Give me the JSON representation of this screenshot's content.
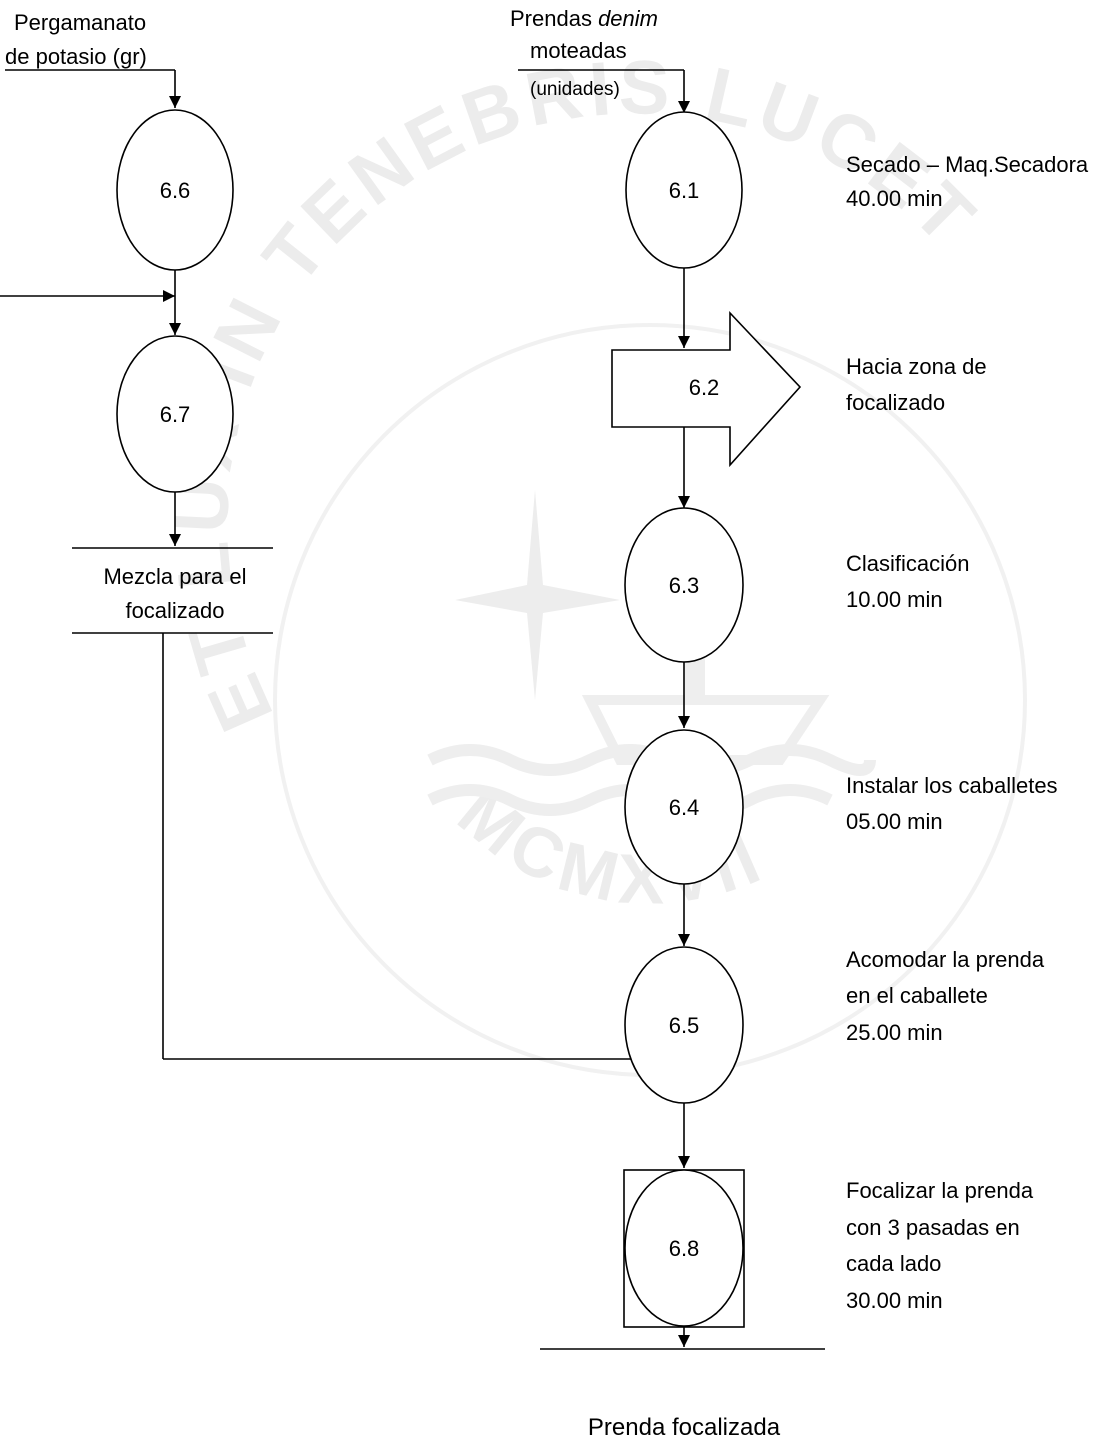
{
  "inputs": {
    "potasio_line1": "Pergamanato",
    "potasio_line2": "de potasio (gr)",
    "denim_line1_a": "Prendas ",
    "denim_line1_b": "denim",
    "denim_line2": "moteadas",
    "denim_line3": "(unidades)"
  },
  "nodes": {
    "n61": "6.1",
    "n62": "6.2",
    "n63": "6.3",
    "n64": "6.4",
    "n65": "6.5",
    "n66": "6.6",
    "n67": "6.7",
    "n68": "6.8"
  },
  "annotations": {
    "a61": [
      "Secado – Maq.Secadora",
      "40.00 min"
    ],
    "a62": [
      "Hacia zona de",
      "focalizado"
    ],
    "a63": [
      "Clasificación",
      "10.00 min"
    ],
    "a64": [
      "Instalar los caballetes",
      "05.00 min"
    ],
    "a65": [
      "Acomodar la prenda",
      "en el caballete",
      "25.00 min"
    ],
    "a68": [
      "Focalizar la prenda",
      "con 3 pasadas en",
      "cada lado",
      "30.00 min"
    ]
  },
  "outputs": {
    "mezcla": [
      "Mezcla para el",
      "focalizado"
    ],
    "prenda": "Prenda focalizada"
  },
  "watermark": {
    "motto": "ET LUX IN TENEBRIS LUCET",
    "year": "MCMXVII"
  }
}
